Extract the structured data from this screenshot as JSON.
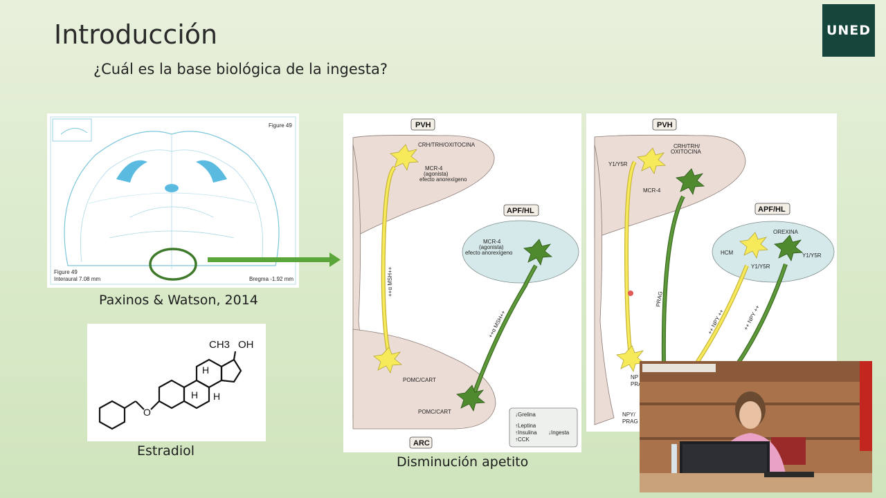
{
  "slide": {
    "title": "Introducción",
    "subtitle": "¿Cuál es la base biológica de la ingesta?",
    "logo_text": "UNED"
  },
  "atlas": {
    "caption": "Paxinos & Watson, 2014",
    "figure_top": "Figure 49",
    "figure_bottom": "Figure 49",
    "interaural": "Interaural 7.08 mm",
    "bregma": "Bregma -1.92 mm"
  },
  "molecule": {
    "caption": "Estradiol",
    "ch3": "CH3",
    "oh": "OH",
    "h1": "H",
    "h2": "H",
    "h3": "H",
    "o": "O"
  },
  "diagram_left": {
    "caption": "Disminución apetito",
    "pvh": "PVH",
    "apf": "APF/HL",
    "arc": "ARC",
    "crh": "CRH/TRH/OXITOCINA",
    "mcr4_a": "MCR-4",
    "agonista_a": "(agonista)",
    "efecto_a": "efecto anorexígeno",
    "mcr4_b": "MCR-4",
    "agonista_b": "(agonista)",
    "efecto_b": "efecto anorexígeno",
    "msh_a": "++α MSH++",
    "msh_b": "++α MSH++",
    "pomc_a": "POMC/CART",
    "pomc_b": "POMC/CART",
    "legend_grelina": "↓Grelina",
    "legend_leptina": "↑Leptina",
    "legend_insulina": "↑Insulina",
    "legend_cck": "↑CCK",
    "legend_ingesta": "↓Ingesta"
  },
  "diagram_right": {
    "pvh": "PVH",
    "apf": "APF/HL",
    "y1y5r_a": "Y1/Y5R",
    "crh": "CRH/TRH/",
    "oxitocina": "OXITOCINA",
    "mcr4": "MCR-4",
    "orexina": "OREXINA",
    "hcm": "HCM",
    "y1y5r_b": "Y1/Y5R",
    "y1y5r_c": "Y1/Y5R",
    "prag_a": "PRAG",
    "npy_a": "++ NPY ++",
    "npy_b": "++ NPY ++",
    "npy_c": "NP",
    "pra_c": "PRA",
    "npy_d": "NPY/",
    "prag_d": "PRAG"
  },
  "colors": {
    "yellow_neuron": "#f6ea5a",
    "green_neuron": "#4f8a2e",
    "region_fill": "#ecdcd6",
    "apf_fill": "#d6e9ea",
    "atlas_line": "#7cc6dc",
    "logo_bg": "#16463b",
    "arrow": "#5aa63a"
  }
}
